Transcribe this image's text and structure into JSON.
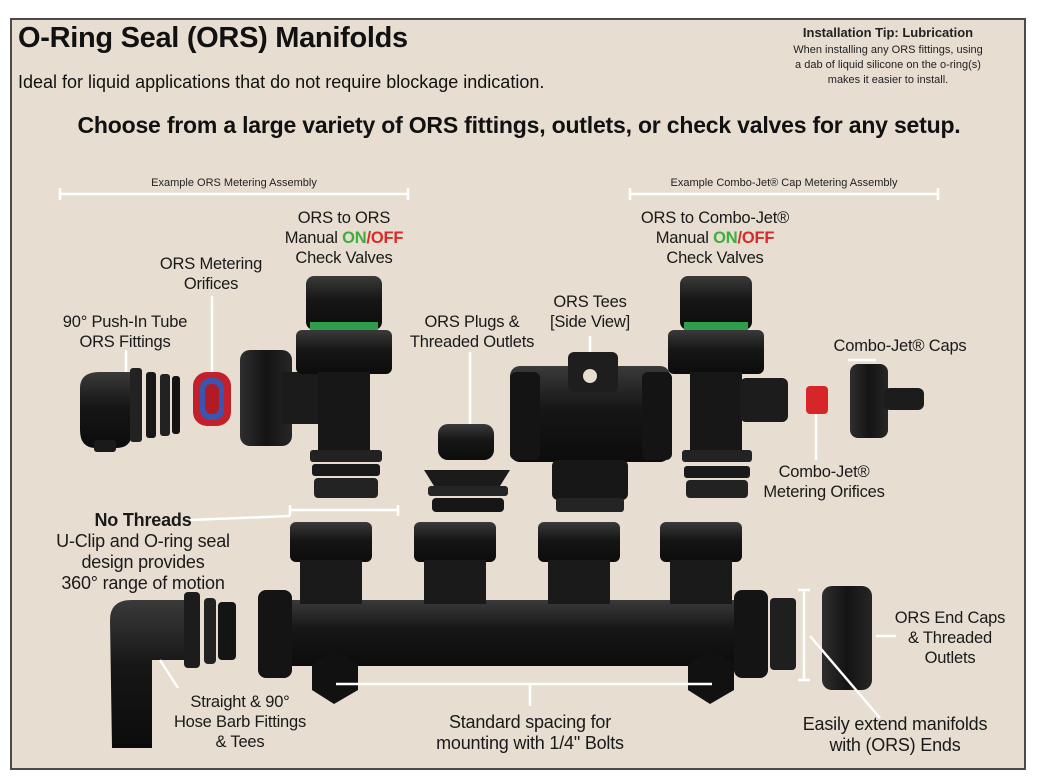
{
  "title": "O-Ring Seal (ORS) Manifolds",
  "subtitle": "Ideal for liquid applications that do not require blockage indication.",
  "headline": "Choose from a large variety of ORS fittings, outlets, or check valves for any setup.",
  "tip": {
    "title": "Installation Tip: Lubrication",
    "line1": "When installing any ORS fittings, using",
    "line2": "a dab of liquid silicone on the o-ring(s)",
    "line3": "makes it easier to install."
  },
  "brackets": {
    "left": "Example ORS Metering Assembly",
    "right": "Example Combo-Jet® Cap Metering Assembly"
  },
  "labels": {
    "push_in_1": "90° Push-In Tube",
    "push_in_2": "ORS Fittings",
    "orifices_1": "ORS Metering",
    "orifices_2": "Orifices",
    "check_ors_1": "ORS to ORS",
    "check_ors_2a": "Manual ",
    "check_ors_on": "ON",
    "check_ors_slash": "/",
    "check_ors_off": "OFF",
    "check_ors_3": "Check Valves",
    "plugs_1": "ORS Plugs &",
    "plugs_2": "Threaded Outlets",
    "tees_1": "ORS Tees",
    "tees_2": "[Side View]",
    "check_cj_1": "ORS to Combo-Jet®",
    "check_cj_2a": "Manual ",
    "check_cj_on": "ON",
    "check_cj_slash": "/",
    "check_cj_off": "OFF",
    "check_cj_3": "Check Valves",
    "cj_caps": "Combo-Jet® Caps",
    "cj_orifices_1": "Combo-Jet®",
    "cj_orifices_2": "Metering Orifices",
    "no_threads": "No Threads",
    "uclip_1": "U-Clip and O-ring seal",
    "uclip_2": "design provides",
    "uclip_3": "360° range of motion",
    "hose_1": "Straight & 90°",
    "hose_2": "Hose Barb Fittings",
    "hose_3": "& Tees",
    "spacing_1": "Standard spacing for",
    "spacing_2": "mounting with 1/4\" Bolts",
    "end_caps_1": "ORS End Caps",
    "end_caps_2": "& Threaded",
    "end_caps_3": "Outlets",
    "extend_1": "Easily extend manifolds",
    "extend_2": "with (ORS) Ends"
  },
  "colors": {
    "background": "#e7ddd1",
    "part": "#1d1d1d",
    "on_green": "#3fae3f",
    "off_red": "#d72b2b",
    "seal_green": "#2e9e4a",
    "orifice_red": "#d7262a",
    "orifice_blue": "#3b56b0"
  }
}
